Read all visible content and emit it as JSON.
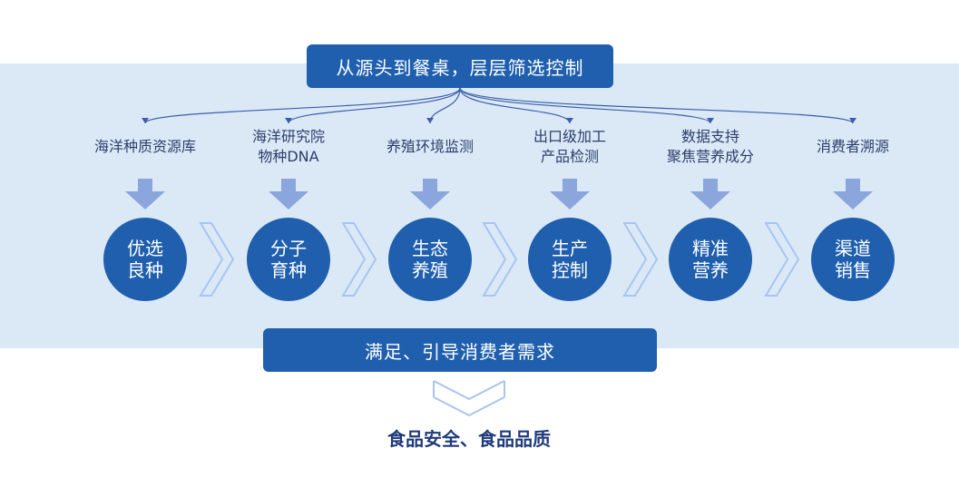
{
  "title": "从源头到餐桌，层层筛选控制",
  "stages": [
    {
      "label": "海洋种质资源库",
      "circle": "优选\n良种"
    },
    {
      "label": "海洋研究院\n物种DNA",
      "circle": "分子\n育种"
    },
    {
      "label": "养殖环境监测",
      "circle": "生态\n养殖"
    },
    {
      "label": "出口级加工\n产品检测",
      "circle": "生产\n控制"
    },
    {
      "label": "数据支持\n聚焦营养成分",
      "circle": "精准\n营养"
    },
    {
      "label": "消费者溯源",
      "circle": "渠道\n销售"
    }
  ],
  "bottom_banner": "满足、引导消费者需求",
  "result": "食品安全、食品品质",
  "colors": {
    "primary": "#1f5fae",
    "band": "#dbe9f7",
    "arrow": "#8aa6dc",
    "chevron": "#a9c4ee",
    "label_text": "#2c3e6a",
    "result_text": "#1f3a7a"
  }
}
